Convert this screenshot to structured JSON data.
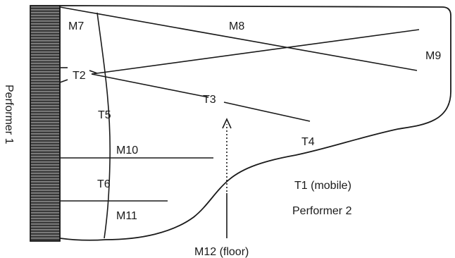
{
  "diagram": {
    "performers": {
      "performer_1": "Performer 1",
      "performer_2": "Performer 2"
    },
    "microphones": {
      "m7": "M7",
      "m8": "M8",
      "m9": "M9",
      "m10": "M10",
      "m11": "M11",
      "m12": "M12 (floor)"
    },
    "transducers": {
      "t1": "T1 (mobile)",
      "t2": "T2",
      "t3": "T3",
      "t4": "T4",
      "t5": "T5",
      "t6": "T6"
    }
  }
}
